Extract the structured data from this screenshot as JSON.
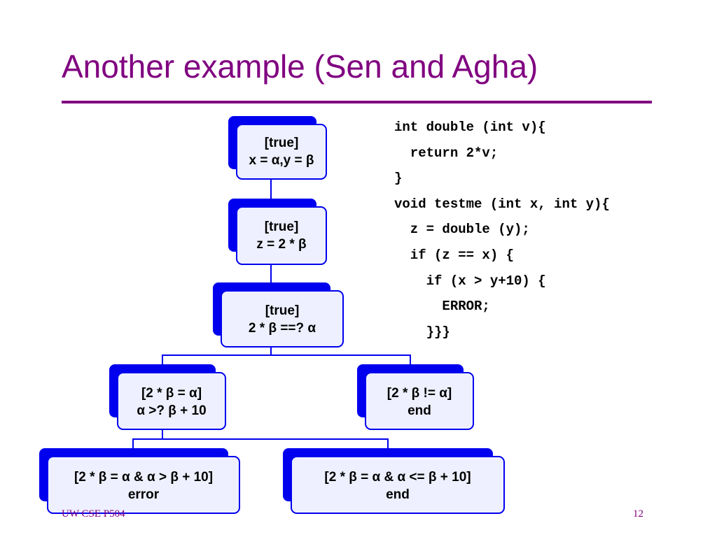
{
  "title": "Another example (Sen and Agha)",
  "colors": {
    "title": "#800080",
    "node_shadow": "#0000ee",
    "node_border": "#0000ee",
    "node_fill": "#eef0ff"
  },
  "tree": {
    "nodes": [
      {
        "id": "n1",
        "lines": [
          "[true]",
          "x = α,y = β"
        ]
      },
      {
        "id": "n2",
        "lines": [
          "[true]",
          "z = 2 * β"
        ]
      },
      {
        "id": "n3",
        "lines": [
          "[true]",
          "2 * β  ==? α"
        ]
      },
      {
        "id": "n4",
        "lines": [
          "[2 * β  = α]",
          "α >? β + 10"
        ]
      },
      {
        "id": "n5",
        "lines": [
          "[2 * β  != α]",
          "end"
        ]
      },
      {
        "id": "n6",
        "lines": [
          "[2 * β  = α & α > β + 10]",
          "error"
        ]
      },
      {
        "id": "n7",
        "lines": [
          "[2 * β  = α & α <= β + 10]",
          "end"
        ]
      }
    ]
  },
  "code": {
    "lines": [
      "int double (int v){",
      "  return 2*v;",
      "}",
      "void testme (int x, int y){",
      "  z = double (y);",
      "  if (z == x) {",
      "    if (x > y+10) {",
      "      ERROR;",
      "    }}}"
    ]
  },
  "footer": {
    "left": "UW CSE P504",
    "page": "12"
  }
}
